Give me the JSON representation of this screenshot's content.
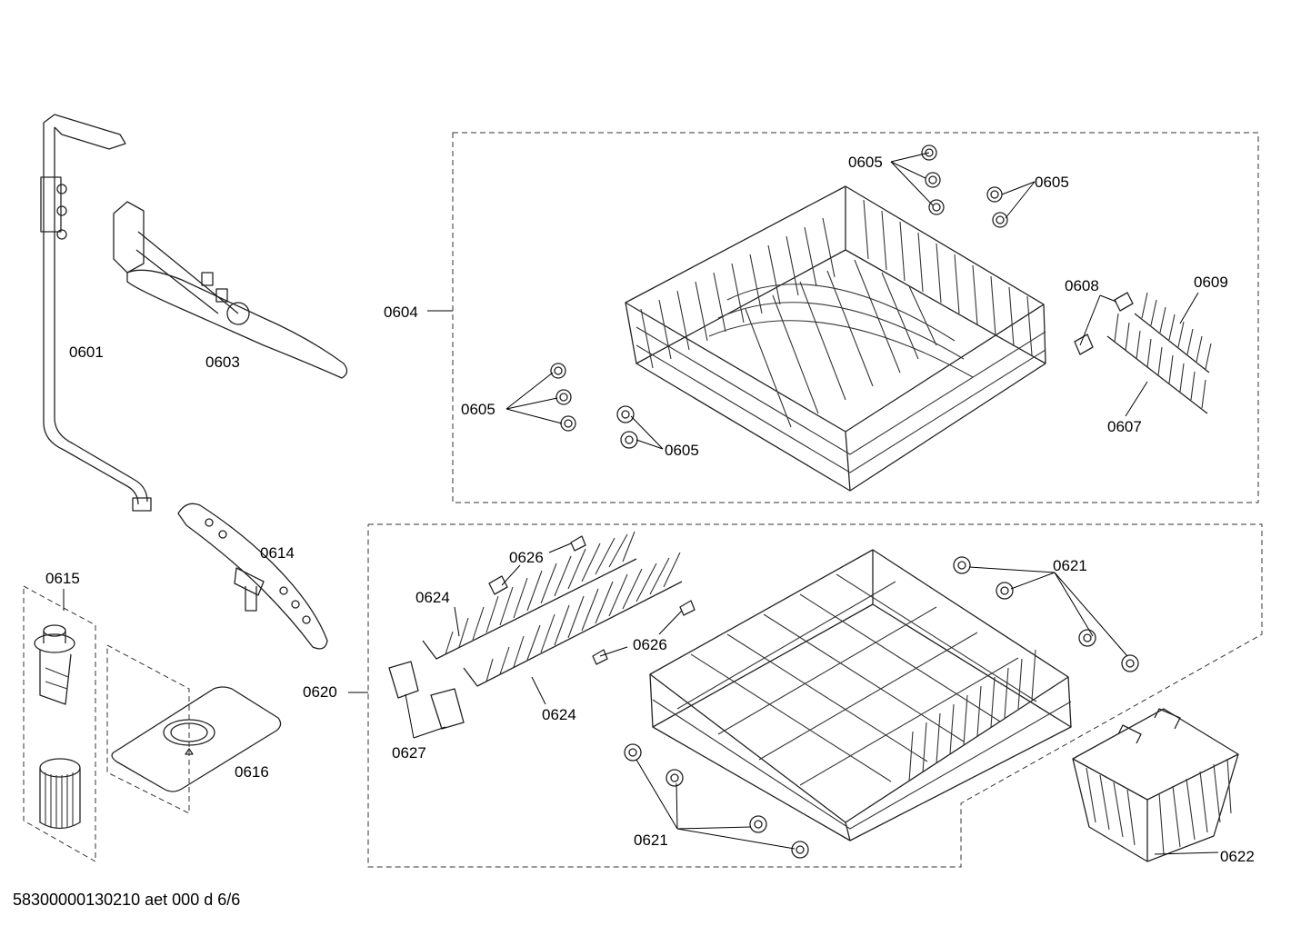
{
  "footer": "58300000130210 aet 000 d 6/6",
  "labels": {
    "p0601": "0601",
    "p0603": "0603",
    "p0604": "0604",
    "p0605a": "0605",
    "p0605b": "0605",
    "p0605c": "0605",
    "p0605d": "0605",
    "p0607": "0607",
    "p0608": "0608",
    "p0609": "0609",
    "p0614": "0614",
    "p0615": "0615",
    "p0616": "0616",
    "p0620": "0620",
    "p0621a": "0621",
    "p0621b": "0621",
    "p0622": "0622",
    "p0624a": "0624",
    "p0624b": "0624",
    "p0626a": "0626",
    "p0626b": "0626",
    "p0627": "0627"
  },
  "icons": [
    "spray-arm-pipe",
    "upper-spray-arm",
    "lower-spray-arm",
    "filter-assembly",
    "fine-filter-plate",
    "upper-rack",
    "lower-rack",
    "rack-wheel",
    "tine-row",
    "cutlery-basket",
    "rack-clip"
  ]
}
